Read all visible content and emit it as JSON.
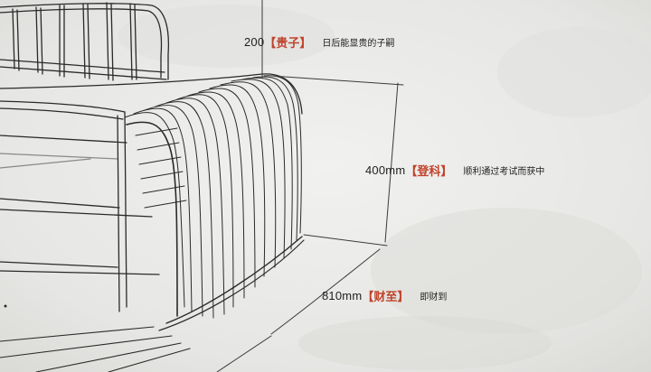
{
  "annotations": {
    "top": {
      "dimension": "200",
      "open_bracket": "【",
      "term": "贵子",
      "close_bracket": "】",
      "meaning": "日后能显贵的子嗣"
    },
    "middle": {
      "dimension": "400mm",
      "open_bracket": "【",
      "term": "登科",
      "close_bracket": "】",
      "meaning": "顺利通过考试而获中"
    },
    "bottom": {
      "dimension": "810mm",
      "open_bracket": "【",
      "term": "财至",
      "close_bracket": "】",
      "meaning": "即财到"
    }
  },
  "colors": {
    "background": "#e9e9e7",
    "ink": "#1e1e1e",
    "accent": "#c0432c"
  }
}
